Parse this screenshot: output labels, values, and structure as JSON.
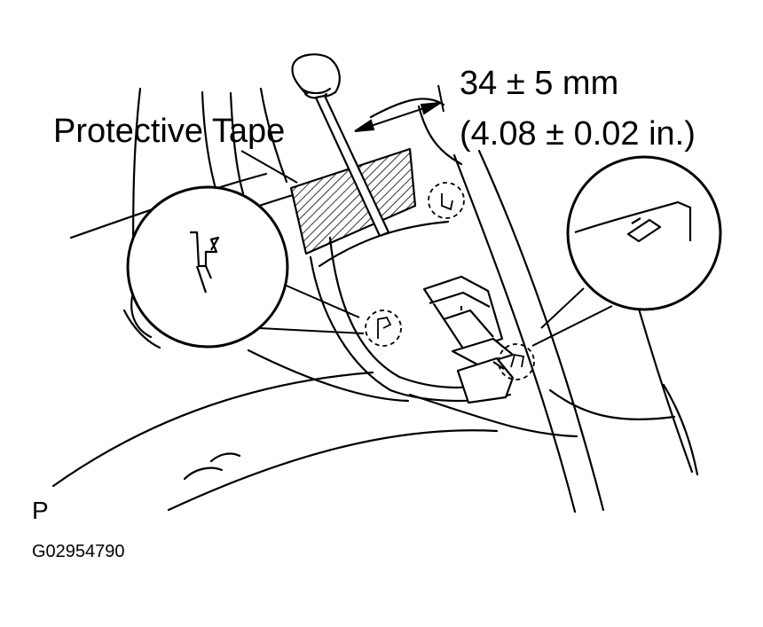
{
  "labels": {
    "protective_tape": "Protective Tape",
    "dimension_mm": "34 ± 5 mm",
    "dimension_in": "(4.08 ± 0.02 in.)",
    "view_marker": "P",
    "figure_code": "G02954790"
  },
  "colors": {
    "ink": "#000000",
    "paper": "#ffffff"
  }
}
